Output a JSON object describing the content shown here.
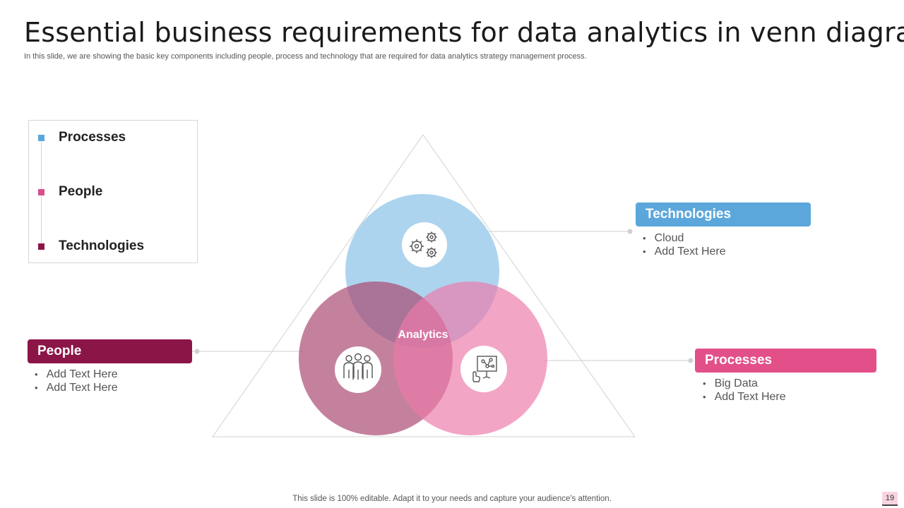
{
  "header": {
    "title": "Essential business requirements for data analytics in venn diagram",
    "subtitle": "In this slide, we are showing the basic key components including people, process and technology that are required for data analytics strategy management process."
  },
  "legend": {
    "items": [
      {
        "label": "Processes",
        "color": "#5ba7dc"
      },
      {
        "label": "People",
        "color": "#d94f8b"
      },
      {
        "label": "Technologies",
        "color": "#8c1548"
      }
    ]
  },
  "venn": {
    "center_label": "Analytics",
    "circles": [
      {
        "name": "technologies",
        "color": "#8ec3e8",
        "icon": "gears-icon"
      },
      {
        "name": "people",
        "color": "#a8466f",
        "icon": "people-group-icon"
      },
      {
        "name": "processes",
        "color": "#ec7ba9",
        "icon": "presentation-board-icon"
      }
    ]
  },
  "callouts": {
    "technologies": {
      "title": "Technologies",
      "color": "#5ba7dc",
      "bullets": [
        "Cloud",
        "Add Text Here"
      ]
    },
    "people": {
      "title": "People",
      "color": "#8c1548",
      "bullets": [
        "Add Text Here",
        "Add Text Here"
      ]
    },
    "processes": {
      "title": "Processes",
      "color": "#e34f89",
      "bullets": [
        "Big Data",
        "Add Text Here"
      ]
    }
  },
  "footer": {
    "note": "This slide is 100% editable. Adapt it to your needs and capture your audience's attention.",
    "page_number": "19"
  }
}
